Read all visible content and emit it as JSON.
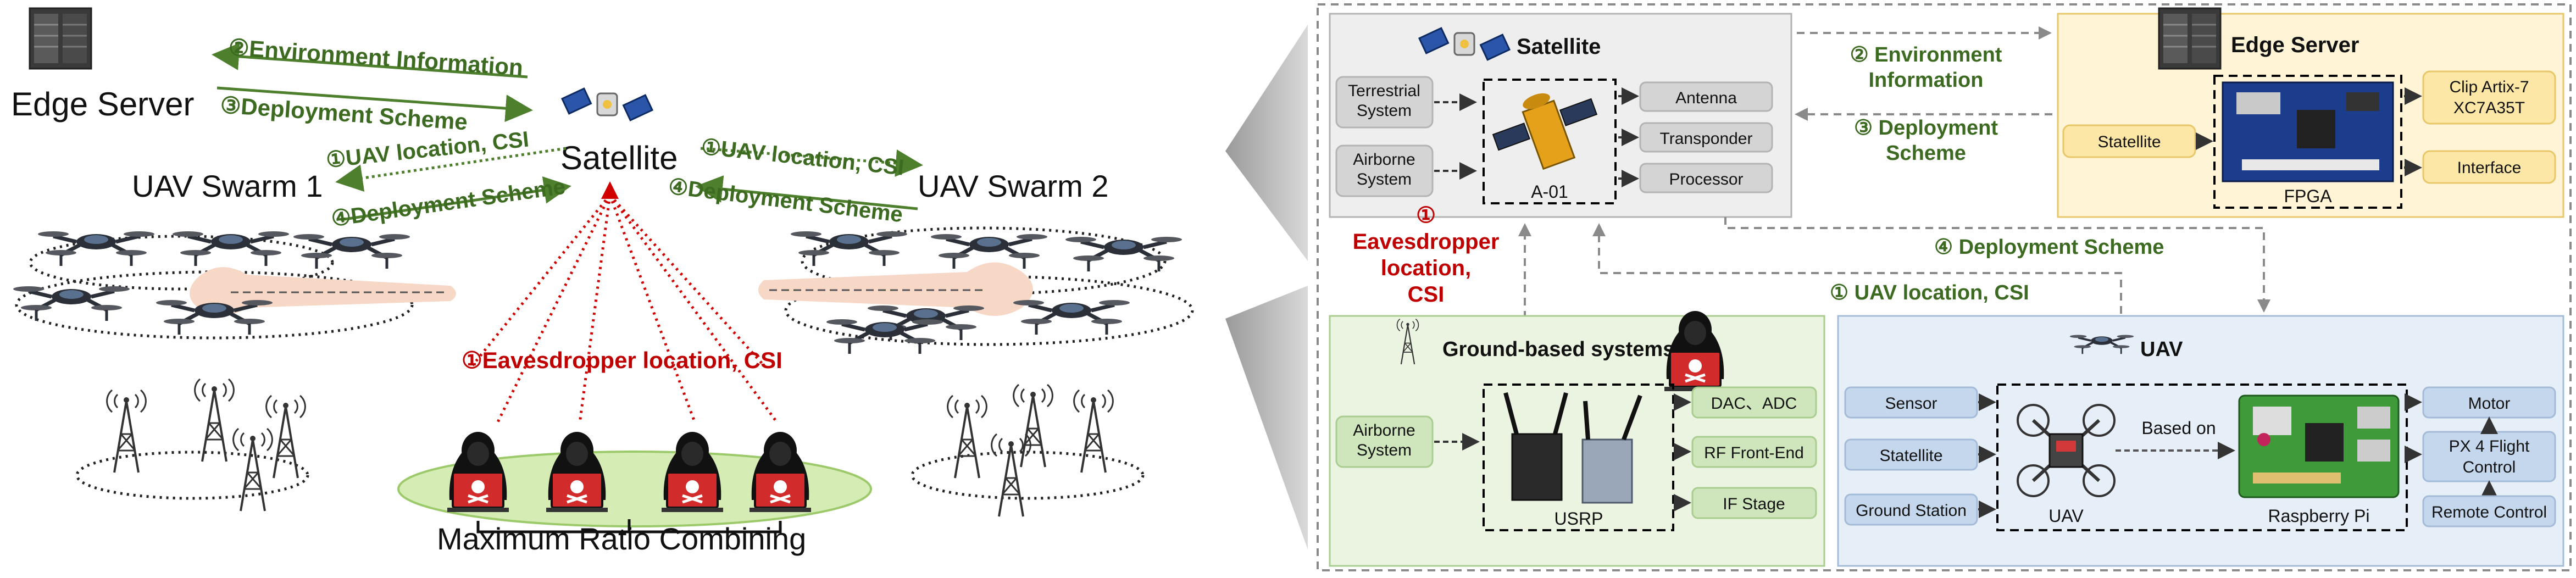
{
  "left": {
    "edge_server": "Edge Server",
    "satellite": "Satellite",
    "env_info": "②Environment Information",
    "deploy_top": "③Deployment Scheme",
    "swarm1": "UAV Swarm 1",
    "swarm2": "UAV Swarm 2",
    "uav_loc_left": "①UAV location, CSI",
    "deploy_left": "④Deployment Scheme",
    "uav_loc_right": "①UAV location, CSI",
    "deploy_right": "④Deployment Scheme",
    "eaves": "①Eavesdropper location, CSI",
    "mrc": "Maximum Ratio Combining"
  },
  "right": {
    "satellite_panel": {
      "title": "Satellite",
      "inputs": [
        "Terrestrial System",
        "Airborne System"
      ],
      "center": "A-01",
      "outputs": [
        "Antenna",
        "Transponder",
        "Processor"
      ]
    },
    "edge_panel": {
      "title": "Edge Server",
      "input": "Statellite",
      "center": "FPGA",
      "outputs": [
        "Clip Artix-7 XC7A35T",
        "Interface"
      ]
    },
    "ground_panel": {
      "title": "Ground-based systems",
      "input": "Airborne System",
      "center": "USRP",
      "outputs": [
        "DAC、ADC",
        "RF Front-End",
        "IF Stage"
      ]
    },
    "uav_panel": {
      "title": "UAV",
      "inputs": [
        "Sensor",
        "Statellite",
        "Ground Station"
      ],
      "uav_label": "UAV",
      "based_on": "Based on",
      "pi_label": "Raspberry Pi",
      "outputs": [
        "Motor",
        "PX 4 Flight Control",
        "Remote Control"
      ]
    },
    "links": {
      "env_info": "② Environment Information",
      "deploy": "③ Deployment Scheme",
      "eaves": "① Eavesdropper location, CSI",
      "deploy4": "④ Deployment Scheme",
      "uav_loc": "① UAV location, CSI"
    }
  }
}
